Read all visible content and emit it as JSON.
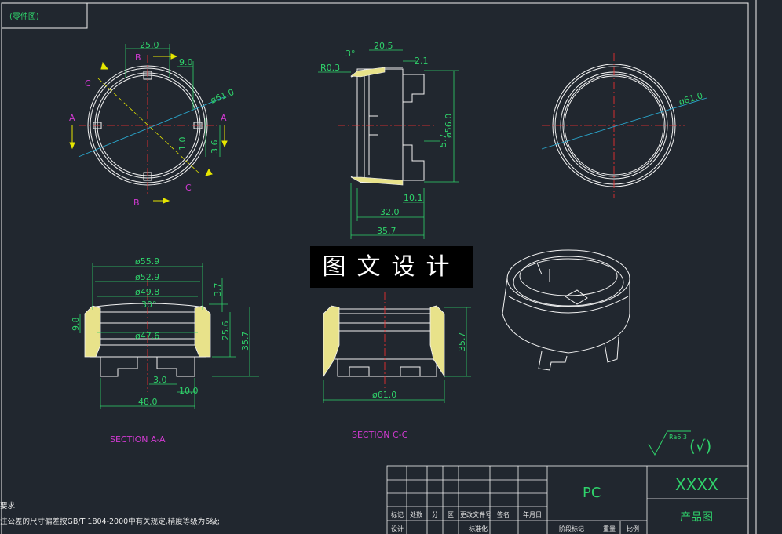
{
  "drawing": {
    "top_label": "(零件图)",
    "colors": {
      "background": "#21272f",
      "outline": "#f2f2f2",
      "center_line": "#ff3030",
      "dimension": "#2fd36b",
      "section_fill": "#e8e28a",
      "section_label": "#d23ad2",
      "cutting_line": "#2aa6cc",
      "arrow": "#e6e600"
    },
    "watermark": "图文设计",
    "views": {
      "front": {
        "dims": [
          "25.0",
          "9.0",
          "ø61.0",
          "1.0",
          "3.6"
        ],
        "markers": [
          "B",
          "B",
          "A",
          "A",
          "C",
          "C"
        ]
      },
      "side": {
        "dims": [
          "20.5",
          "2.1",
          "3°",
          "R0.3",
          "ø56.0",
          "5.7",
          "10.1",
          "32.0",
          "35.7"
        ]
      },
      "top": {
        "dims": [
          "ø61.0"
        ]
      },
      "section_aa": {
        "label": "SECTION A-A",
        "dims": [
          "ø55.9",
          "ø52.9",
          "ø49.8",
          "3.7",
          "30°",
          "ø47.6",
          "9.8",
          "25.6",
          "35.7",
          "3.0",
          "10.0",
          "48.0"
        ]
      },
      "section_cc": {
        "label": "SECTION C-C",
        "dims": [
          "ø61.0",
          "35.7"
        ]
      }
    },
    "roughness": {
      "value": "Ra6.3",
      "suffix": "(√)"
    },
    "notes": {
      "heading": "要求",
      "line1": "注公差的尺寸偏差按GB/T 1804-2000中有关规定,精度等级为6级;"
    },
    "title_block": {
      "material": "PC",
      "part_code": "XXXX",
      "part_name": "产品图",
      "row_labels": [
        "标记",
        "处数",
        "分",
        "区",
        "更改文件号",
        "签名",
        "年月日"
      ],
      "bottom_labels": [
        "设计",
        "标准化",
        "阶段标记",
        "重量",
        "比例"
      ]
    }
  }
}
